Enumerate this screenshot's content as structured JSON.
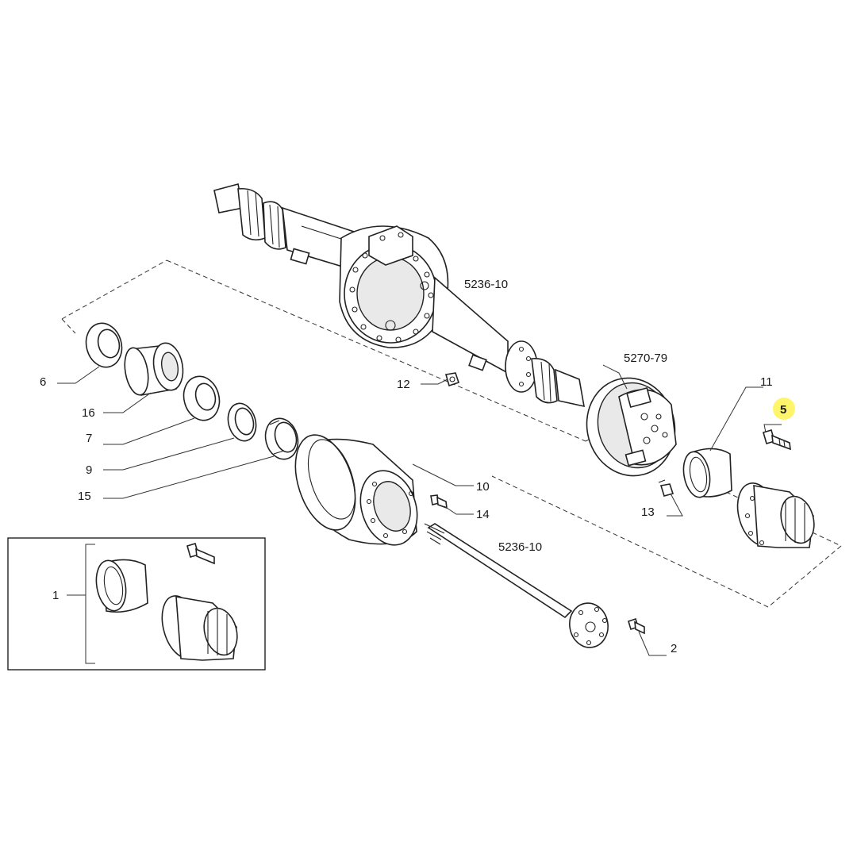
{
  "colors": {
    "line": "#222222",
    "highlight": "#fff56a",
    "background": "#ffffff"
  },
  "refs": {
    "axle_housing": "5236-10",
    "brake_assembly": "5270-79",
    "axle_shaft": "5236-10"
  },
  "callouts": {
    "p1": "1",
    "p2": "2",
    "p5": "5",
    "p6": "6",
    "p7": "7",
    "p9": "9",
    "p10": "10",
    "p11": "11",
    "p12": "12",
    "p13": "13",
    "p14": "14",
    "p15": "15",
    "p16": "16"
  },
  "highlighted_callout": "5"
}
